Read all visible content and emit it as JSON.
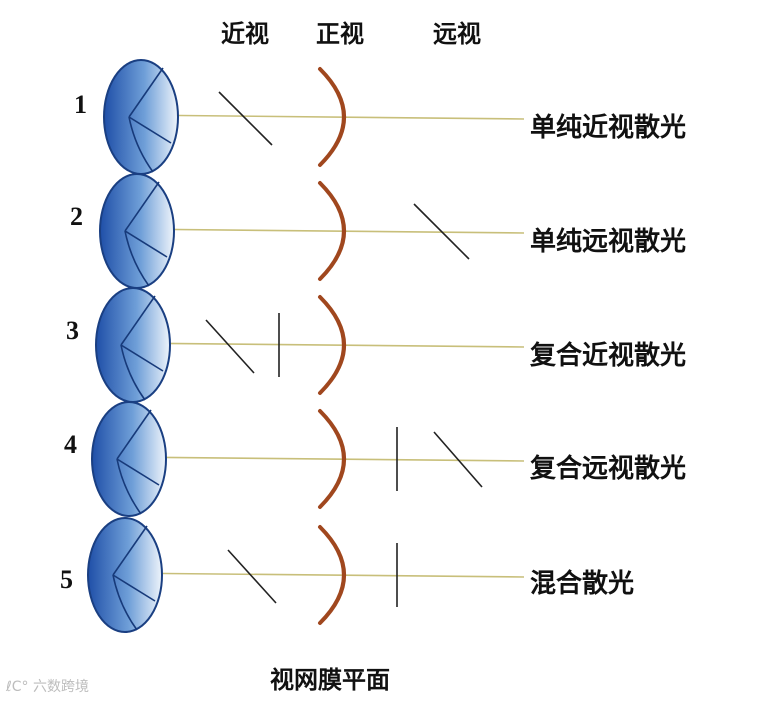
{
  "header": {
    "myopia": "近视",
    "emmetropia": "正视",
    "hyperopia": "远视"
  },
  "rows": [
    {
      "number": "1",
      "label": "单纯近视散光",
      "marks": [
        "oblique-near"
      ]
    },
    {
      "number": "2",
      "label": "单纯远视散光",
      "marks": [
        "oblique-far"
      ]
    },
    {
      "number": "3",
      "label": "复合近视散光",
      "marks": [
        "oblique-near",
        "vertical-near"
      ]
    },
    {
      "number": "4",
      "label": "复合远视散光",
      "marks": [
        "vertical-far",
        "oblique-far"
      ]
    },
    {
      "number": "5",
      "label": "混合散光",
      "marks": [
        "oblique-near",
        "vertical-far"
      ]
    }
  ],
  "caption": "视网膜平面",
  "watermark": "ℓC° 六数跨境",
  "colors": {
    "eye_dark": "#1f4fa8",
    "eye_light": "#e8f1fb",
    "retina": "#a0471e",
    "axis_line": "#c8bf7a",
    "focal_line": "#222222"
  }
}
